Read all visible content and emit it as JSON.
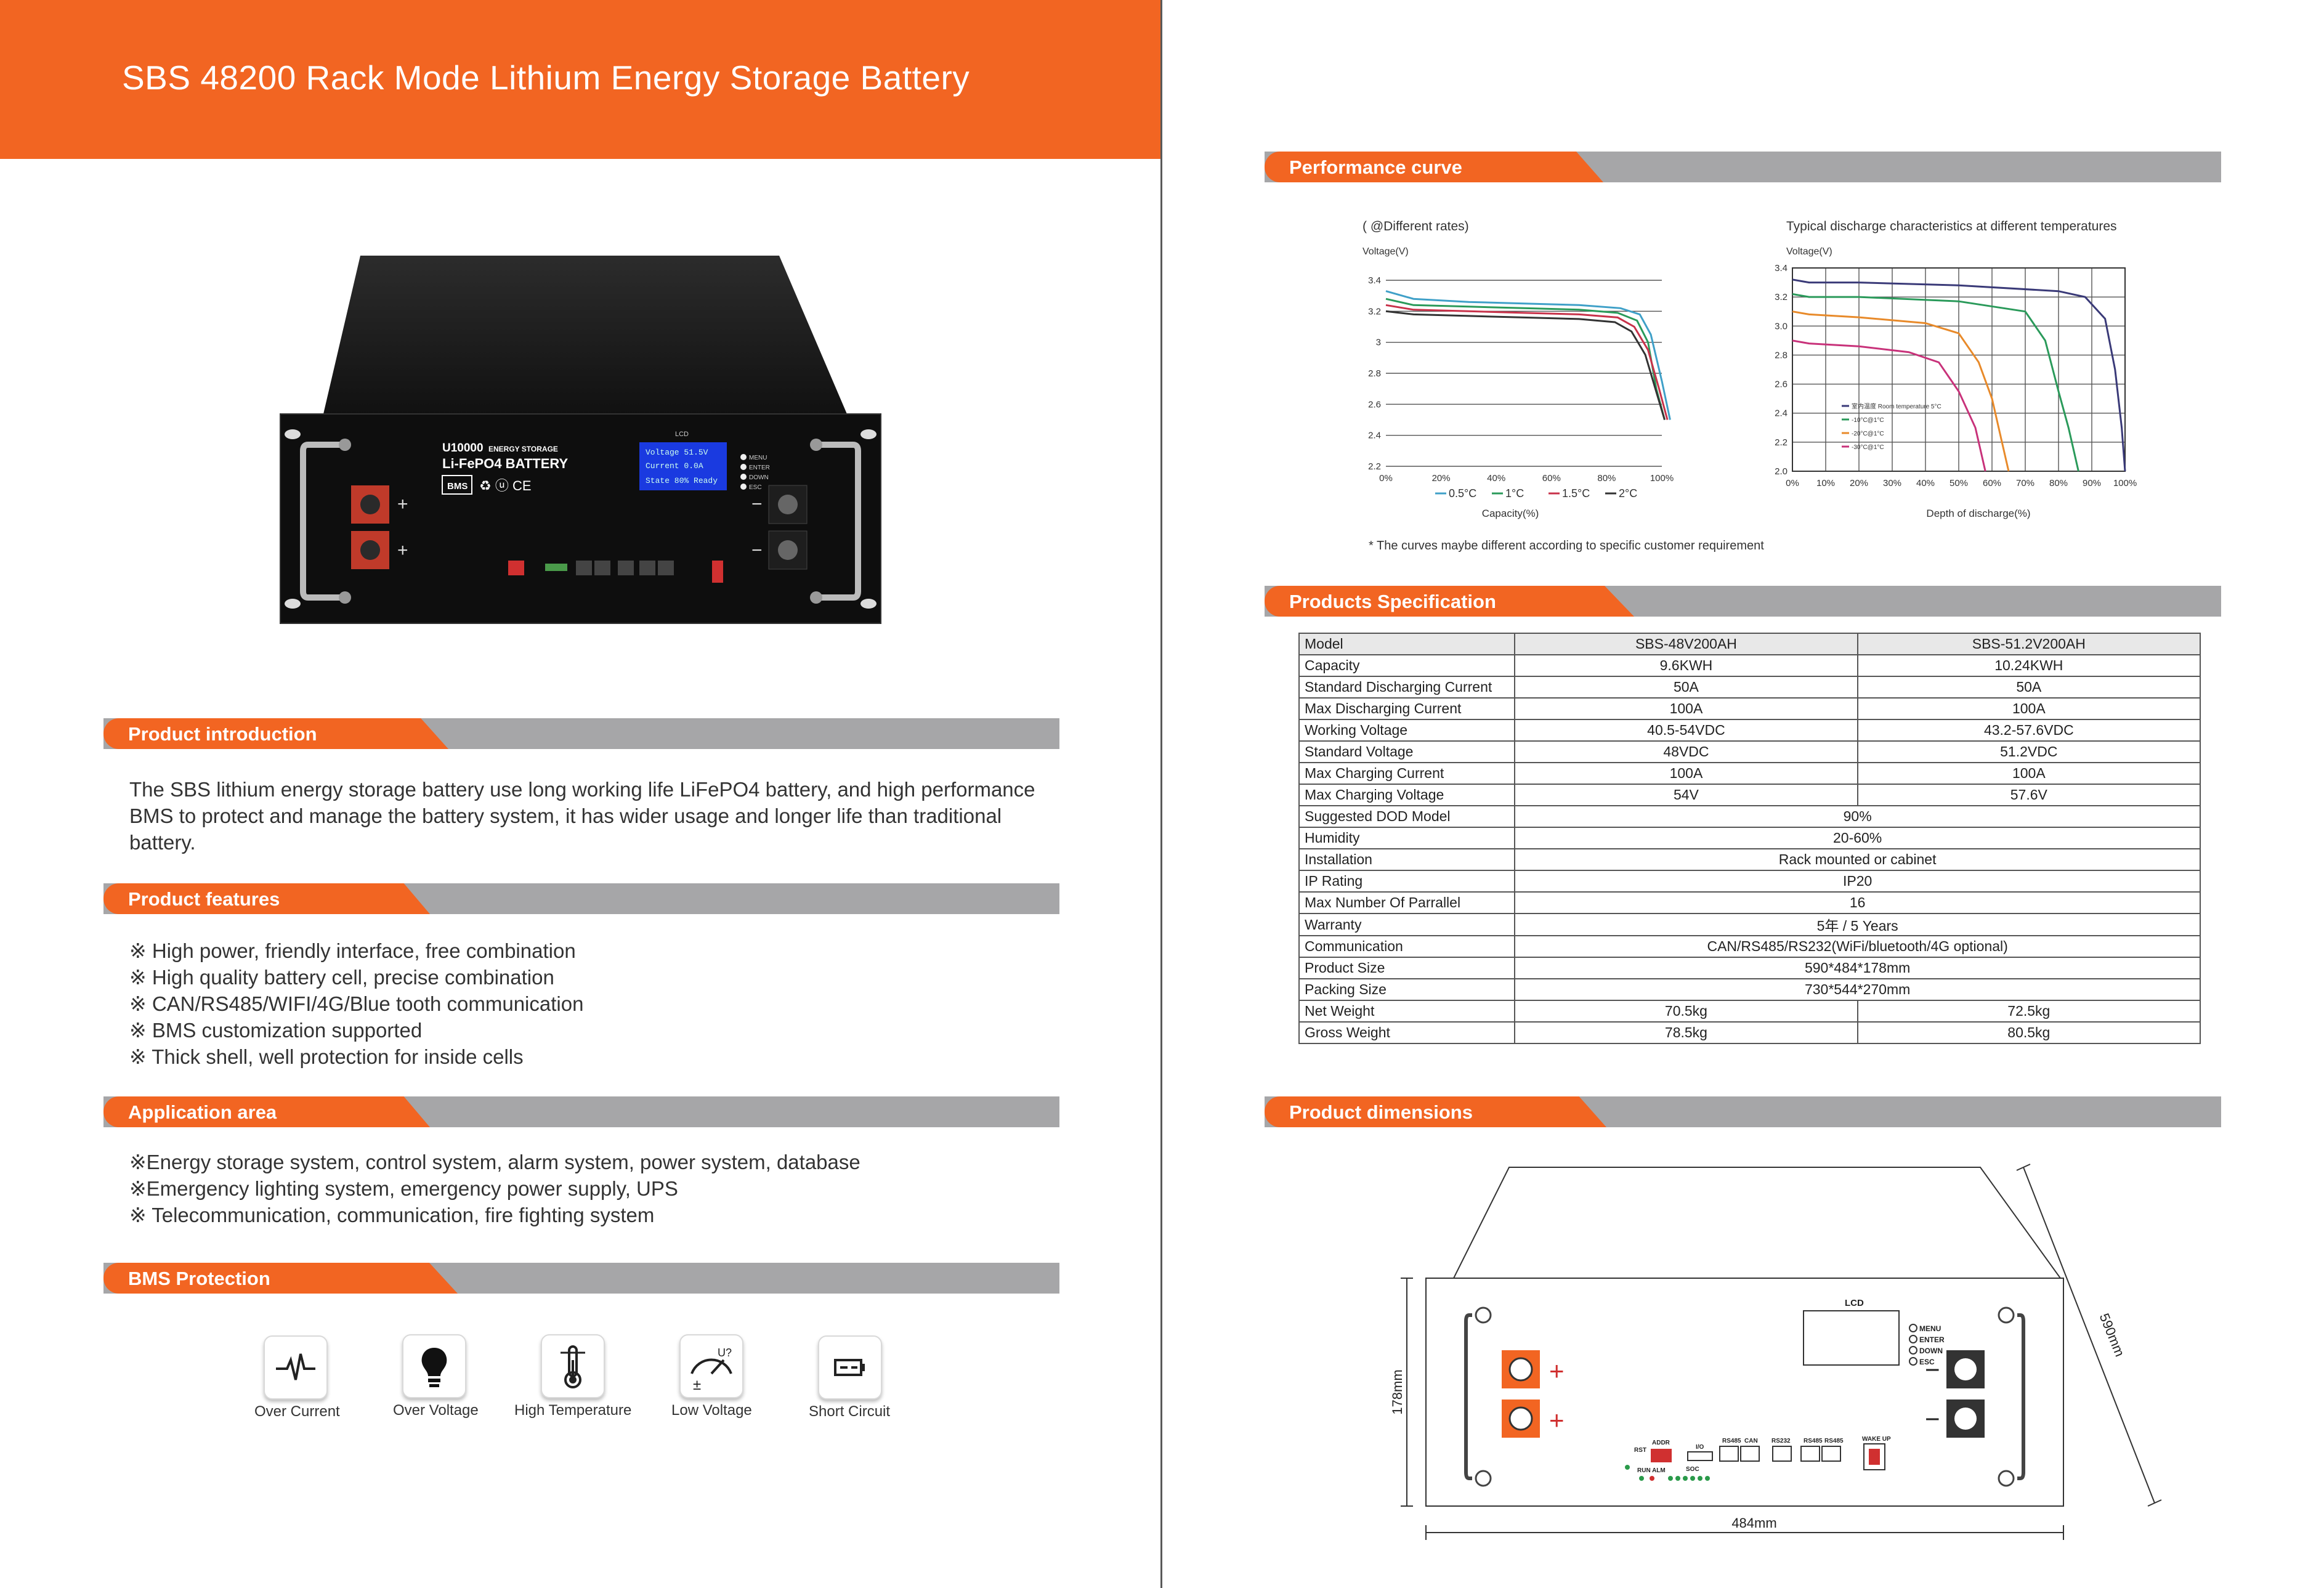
{
  "header": {
    "title": "SBS 48200 Rack Mode Lithium Energy Storage Battery"
  },
  "colors": {
    "accent": "#f26522",
    "grey_bar": "#a6a6a8"
  },
  "product_image": {
    "brand_line1": "U10000",
    "brand_line1_suffix": "ENERGY STORAGE",
    "brand_line2": "Li-FePO4 BATTERY",
    "bms_badge": "BMS",
    "lcd_label": "LCD",
    "lcd_lines": [
      "Voltage 51.5V",
      "Current 0.0A",
      "State 80% Ready"
    ],
    "buttons": [
      "MENU",
      "ENTER",
      "DOWN",
      "ESC"
    ],
    "plus_sign": "+",
    "minus_sign": "−"
  },
  "sections": {
    "intro": {
      "label": "Product introduction",
      "lines": [
        "The SBS lithium energy storage battery use long working life LiFePO4 battery, and high performance",
        "BMS to protect and manage the battery system, it has wider usage and longer life than traditional",
        "battery."
      ]
    },
    "features": {
      "label": "Product features",
      "items": [
        "※ High power, friendly interface, free combination",
        "※ High quality battery cell, precise combination",
        "※ CAN/RS485/WIFI/4G/Blue tooth communication",
        "※ BMS customization supported",
        "※ Thick shell, well protection for inside cells"
      ]
    },
    "application": {
      "label": "Application area",
      "items": [
        "※Energy storage system, control system, alarm system, power system, database",
        "※Emergency lighting system, emergency power supply, UPS",
        "※ Telecommunication, communication, fire fighting system"
      ]
    },
    "bms": {
      "label": "BMS Protection",
      "items": [
        {
          "label": "Over Current",
          "icon": "waveform-icon"
        },
        {
          "label": "Over Voltage",
          "icon": "lightbulb-icon"
        },
        {
          "label": "High Temperature",
          "icon": "thermometer-icon"
        },
        {
          "label": "Low Voltage",
          "icon": "gauge-icon"
        },
        {
          "label": "Short Circuit",
          "icon": "battery-short-icon"
        }
      ]
    },
    "performance": {
      "label": "Performance curve"
    },
    "spec": {
      "label": "Products Specification"
    },
    "dimensions": {
      "label": "Product dimensions"
    }
  },
  "chart_data": [
    {
      "type": "line",
      "title": "( @Different rates)",
      "ylabel": "Voltage(V)",
      "xlabel": "Capacity(%)",
      "ylim": [
        2.2,
        3.4
      ],
      "xlim": [
        0,
        100
      ],
      "y_ticks": [
        "3.4",
        "3.2",
        "3",
        "2.8",
        "2.6",
        "2.4",
        "2.2"
      ],
      "x_ticks": [
        "0%",
        "20%",
        "40%",
        "60%",
        "80%",
        "100%"
      ],
      "series": [
        {
          "name": "0.5°C",
          "color": "#3fa0c8",
          "x": [
            0,
            10,
            30,
            50,
            70,
            85,
            92,
            96,
            100,
            103
          ],
          "y": [
            3.33,
            3.28,
            3.26,
            3.25,
            3.24,
            3.22,
            3.18,
            3.05,
            2.75,
            2.5
          ]
        },
        {
          "name": "1°C",
          "color": "#2a9a5a",
          "x": [
            0,
            10,
            30,
            50,
            70,
            84,
            91,
            95,
            98,
            101
          ],
          "y": [
            3.28,
            3.24,
            3.23,
            3.22,
            3.21,
            3.19,
            3.14,
            3.0,
            2.7,
            2.5
          ]
        },
        {
          "name": "1.5°C",
          "color": "#c8324a",
          "x": [
            0,
            10,
            30,
            50,
            70,
            84,
            90,
            95,
            99,
            102
          ],
          "y": [
            3.24,
            3.21,
            3.2,
            3.19,
            3.18,
            3.16,
            3.1,
            2.95,
            2.7,
            2.5
          ]
        },
        {
          "name": "2°C",
          "color": "#333333",
          "x": [
            0,
            10,
            30,
            50,
            70,
            83,
            89,
            94,
            98,
            101
          ],
          "y": [
            3.2,
            3.18,
            3.17,
            3.16,
            3.15,
            3.13,
            3.07,
            2.92,
            2.68,
            2.5
          ]
        }
      ],
      "legend": "bottom"
    },
    {
      "type": "line",
      "title": "Typical discharge characteristics at different temperatures",
      "ylabel": "Voltage(V)",
      "xlabel": "Depth of discharge(%)",
      "ylim": [
        2.0,
        3.4
      ],
      "xlim": [
        0,
        100
      ],
      "grid": true,
      "y_ticks": [
        "3.4",
        "3.2",
        "3.0",
        "2.8",
        "2.6",
        "2.4",
        "2.2",
        "2.0"
      ],
      "x_ticks": [
        "0%",
        "10%",
        "20%",
        "30%",
        "40%",
        "50%",
        "60%",
        "70%",
        "80%",
        "90%",
        "100%"
      ],
      "series": [
        {
          "name": "室内温度 Room temperature 5°C",
          "color": "#3a3a78",
          "x": [
            0,
            5,
            20,
            50,
            80,
            88,
            94,
            97,
            99,
            100
          ],
          "y": [
            3.32,
            3.3,
            3.3,
            3.28,
            3.24,
            3.2,
            3.05,
            2.7,
            2.3,
            2.0
          ]
        },
        {
          "name": "-10°C@1°C",
          "color": "#2a9a5a",
          "x": [
            0,
            5,
            20,
            50,
            70,
            76,
            80,
            83,
            86
          ],
          "y": [
            3.22,
            3.2,
            3.2,
            3.17,
            3.1,
            2.9,
            2.55,
            2.3,
            2.0
          ]
        },
        {
          "name": "-20°C@1°C",
          "color": "#e88a2a",
          "x": [
            0,
            5,
            20,
            40,
            50,
            56,
            60,
            63,
            65
          ],
          "y": [
            3.1,
            3.08,
            3.06,
            3.02,
            2.95,
            2.75,
            2.5,
            2.2,
            2.0
          ]
        },
        {
          "name": "-30°C@1°C",
          "color": "#c8327a",
          "x": [
            0,
            5,
            20,
            35,
            44,
            50,
            55,
            58
          ],
          "y": [
            2.9,
            2.88,
            2.86,
            2.82,
            2.75,
            2.55,
            2.3,
            2.0
          ]
        }
      ],
      "legend": "inside-left"
    }
  ],
  "chart_note": "* The curves maybe different according to specific customer requirement",
  "spec_table": {
    "header": [
      "Model",
      "SBS-48V200AH",
      "SBS-51.2V200AH"
    ],
    "rows": [
      [
        "Capacity",
        "9.6KWH",
        "10.24KWH"
      ],
      [
        "Standard Discharging Current",
        "50A",
        "50A"
      ],
      [
        "Max Discharging Current",
        "100A",
        "100A"
      ],
      [
        "Working Voltage",
        "40.5-54VDC",
        "43.2-57.6VDC"
      ],
      [
        "Standard Voltage",
        "48VDC",
        "51.2VDC"
      ],
      [
        "Max Charging Current",
        "100A",
        "100A"
      ],
      [
        "Max Charging Voltage",
        "54V",
        "57.6V"
      ],
      [
        "Suggested DOD Model",
        "90%"
      ],
      [
        "Humidity",
        "20-60%"
      ],
      [
        "Installation",
        "Rack mounted or cabinet"
      ],
      [
        "IP Rating",
        "IP20"
      ],
      [
        "Max Number Of Parrallel",
        "16"
      ],
      [
        "Warranty",
        "5年 / 5 Years"
      ],
      [
        "Communication",
        "CAN/RS485/RS232(WiFi/bluetooth/4G optional)"
      ],
      [
        "Product Size",
        "590*484*178mm"
      ],
      [
        "Packing Size",
        "730*544*270mm"
      ],
      [
        "Net Weight",
        "70.5kg",
        "72.5kg"
      ],
      [
        "Gross Weight",
        "78.5kg",
        "80.5kg"
      ]
    ]
  },
  "dimensions": {
    "height": "178mm",
    "width": "484mm",
    "depth": "590mm",
    "lcd_label": "LCD",
    "buttons": [
      "MENU",
      "ENTER",
      "DOWN",
      "ESC"
    ],
    "port_labels": [
      "RST",
      "ADDR",
      "I/O",
      "RS485",
      "CAN",
      "RS232",
      "RS485",
      "RS485",
      "WAKE UP",
      "RUN ALM",
      "SOC"
    ]
  }
}
